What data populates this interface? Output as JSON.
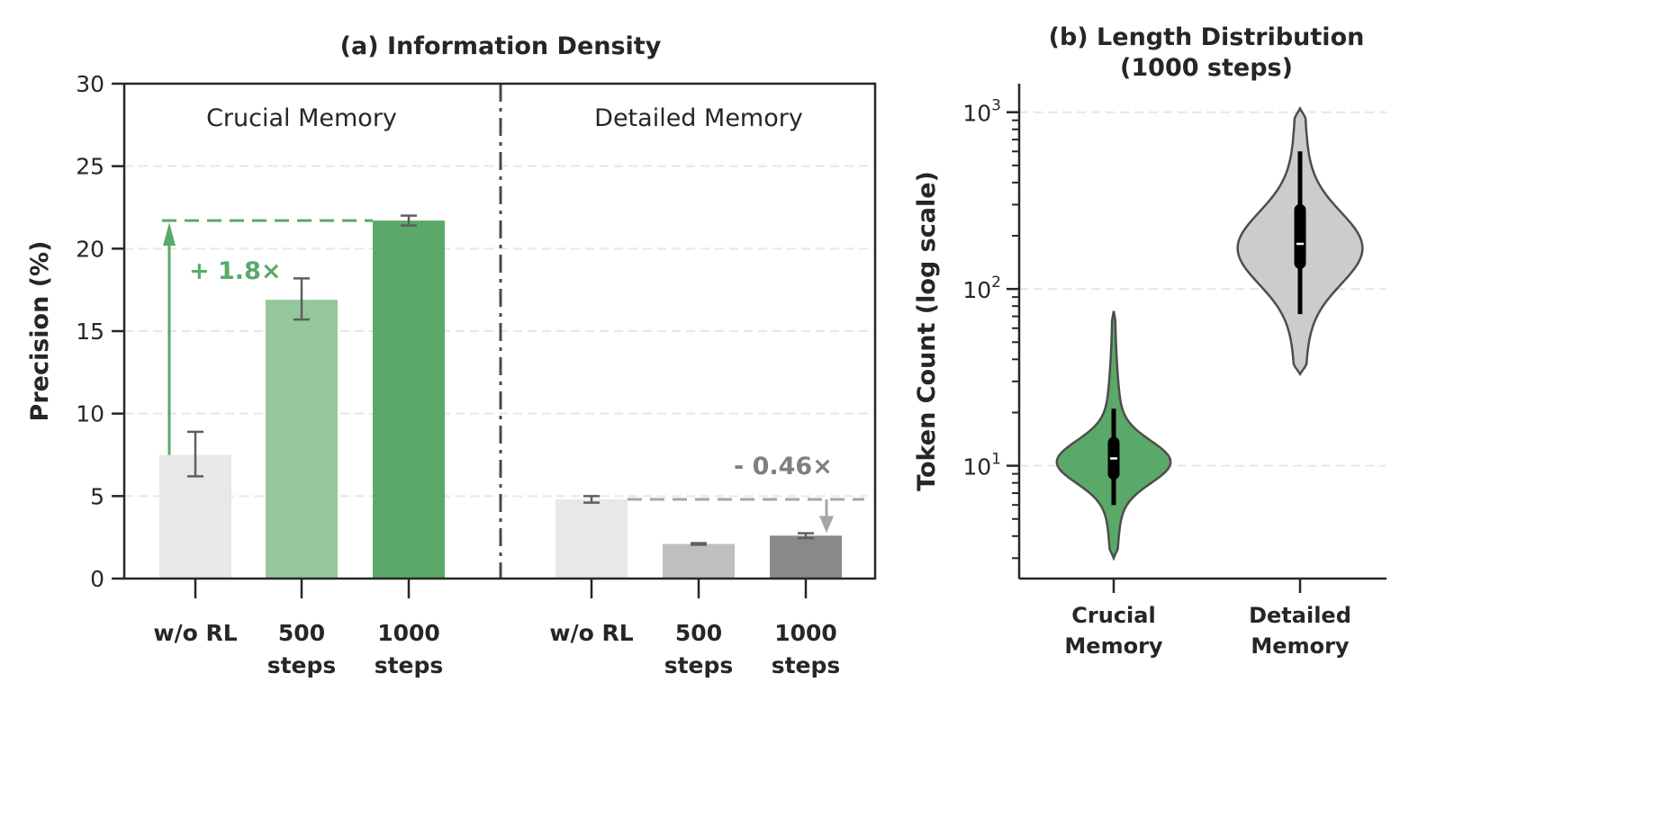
{
  "chart_data": [
    {
      "type": "bar",
      "title": "(a) Information Density",
      "ylabel": "Precision (%)",
      "ylim": [
        0,
        30
      ],
      "yticks": [
        "0",
        "5",
        "10",
        "15",
        "20",
        "25",
        "30"
      ],
      "grid": "horizontal-dashed",
      "groups": [
        {
          "label": "Crucial Memory",
          "categories": [
            "w/o RL",
            "500 steps",
            "1000 steps"
          ],
          "category_lines": [
            [
              "w/o RL"
            ],
            [
              "500",
              "steps"
            ],
            [
              "1000",
              "steps"
            ]
          ],
          "values": [
            7.5,
            16.9,
            21.7
          ],
          "errors_low": [
            6.2,
            15.7,
            21.4
          ],
          "errors_high": [
            8.9,
            18.2,
            22.0
          ],
          "colors": [
            "#e8e8e8",
            "#95c79c",
            "#5aa968"
          ]
        },
        {
          "label": "Detailed Memory",
          "categories": [
            "w/o RL",
            "500 steps",
            "1000 steps"
          ],
          "category_lines": [
            [
              "w/o RL"
            ],
            [
              "500",
              "steps"
            ],
            [
              "1000",
              "steps"
            ]
          ],
          "values": [
            4.8,
            2.1,
            2.6
          ],
          "errors_low": [
            4.6,
            2.05,
            2.45
          ],
          "errors_high": [
            5.0,
            2.15,
            2.75
          ],
          "colors": [
            "#e8e8e8",
            "#bfbfbf",
            "#898989"
          ]
        }
      ],
      "annotations": [
        {
          "text": "+ 1.8×",
          "group": "Crucial Memory",
          "from": 7.5,
          "to": 21.7,
          "color": "#5aa968"
        },
        {
          "text": "- 0.46×",
          "group": "Detailed Memory",
          "from": 4.8,
          "to": 2.6,
          "color": "#7f7f7f"
        }
      ]
    },
    {
      "type": "violin",
      "title": [
        "(b) Length Distribution",
        "(1000 steps)"
      ],
      "ylabel": "Token Count (log scale)",
      "yscale": "log",
      "ylim": [
        2.3,
        1450
      ],
      "yticks": [
        {
          "base": "10",
          "exp": "1",
          "value": 10
        },
        {
          "base": "10",
          "exp": "2",
          "value": 100
        },
        {
          "base": "10",
          "exp": "3",
          "value": 1000
        }
      ],
      "grid": "horizontal-dashed",
      "categories": [
        [
          "Crucial",
          "Memory"
        ],
        [
          "Detailed",
          "Memory"
        ]
      ],
      "series": [
        {
          "category": "Crucial Memory",
          "min": 3,
          "max": 75,
          "whisker_low": 6,
          "q1": 9,
          "median": 11,
          "q3": 13.5,
          "whisker_high": 21,
          "mode": 10.5,
          "color": "#5aa968"
        },
        {
          "category": "Detailed Memory",
          "min": 33,
          "max": 1050,
          "whisker_low": 72,
          "q1": 140,
          "median": 180,
          "q3": 280,
          "whisker_high": 600,
          "mode": 170,
          "color": "#cccccc"
        }
      ]
    }
  ]
}
